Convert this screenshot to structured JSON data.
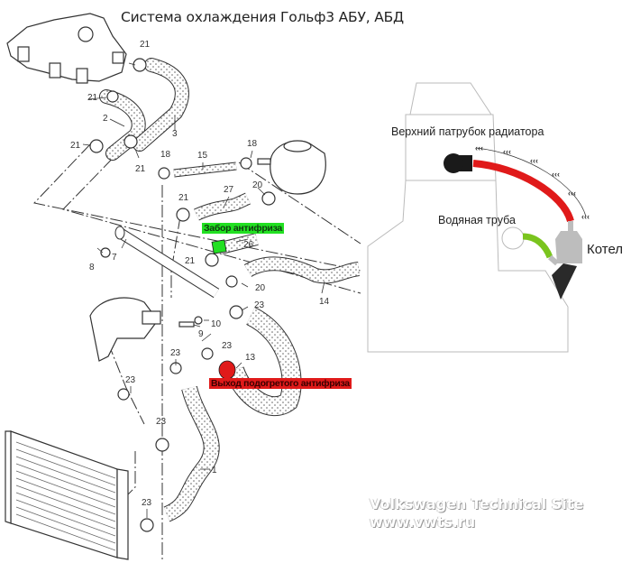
{
  "title": "Система охлаждения Гольф3 АБУ, АБД",
  "exploded_view": {
    "part_numbers": {
      "p1": "1",
      "p2": "2",
      "p3": "3",
      "p7": "7",
      "p8": "8",
      "p9": "9",
      "p10": "10",
      "p13": "13",
      "p14": "14",
      "p15": "15",
      "p18": "18",
      "p20": "20",
      "p21": "21",
      "p23": "23",
      "p26": "26",
      "p27": "27"
    },
    "callouts": {
      "intake": "Забор антифриза",
      "outlet": "Выход подогретого антифриза"
    },
    "callout_colors": {
      "intake": "#22e022",
      "outlet": "#e01a1a"
    }
  },
  "schematic": {
    "upper_hose_label": "Верхний патрубок радиатора",
    "water_pipe_label": "Водяная труба",
    "heater_label": "Котел",
    "flow_marker": "‹‹‹",
    "colors": {
      "hot_hose": "#e01a1a",
      "cold_hose": "#7ac41e",
      "heater": "#bdbdbd",
      "plug": "#1a1a1a"
    }
  },
  "watermark": {
    "line1": "Volkswagen Technical Site",
    "line2": "www.vwts.ru"
  }
}
